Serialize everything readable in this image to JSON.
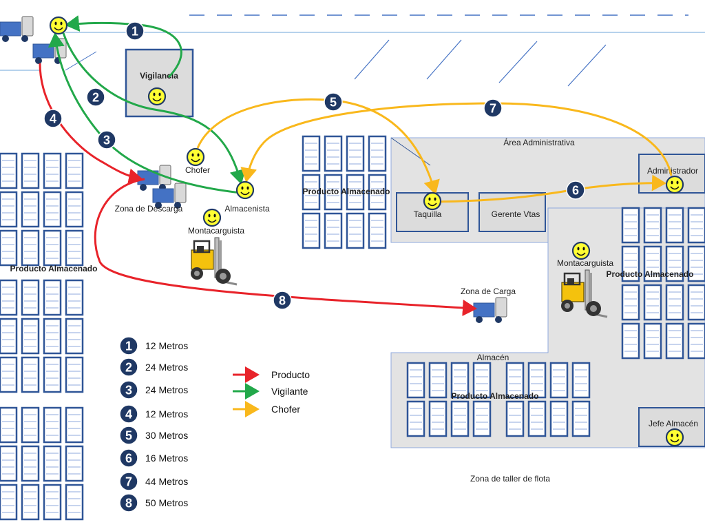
{
  "colors": {
    "producto": "#e8232a",
    "vigilante": "#22a84a",
    "chofer": "#f9b81c",
    "badge": "#1f3864",
    "rack": "#2f5597",
    "truck": "#4472c4",
    "zone": "#e3e3e3"
  },
  "areas": {
    "vigilancia": "Vigilancia",
    "area_administrativa": "Área Administrativa",
    "almacen": "Almacén",
    "zona_taller": "Zona de taller de flota",
    "taquilla": "Taquilla",
    "gerente_vtas": "Gerente Vtas",
    "administrador": "Administrador",
    "jefe_almacen": "Jefe Almacén",
    "zona_descarga": "Zona de Descarga",
    "zona_carga": "Zona de Carga"
  },
  "people": {
    "chofer": "Chofer",
    "almacenista": "Almacenista",
    "montacarguista_1": "Montacarguista",
    "montacarguista_2": "Montacarguista"
  },
  "storage_labels": {
    "left": "Producto Almacenado",
    "center": "Producto Almacenado",
    "right": "Producto Almacenado",
    "bottom": "Producto Almacenado"
  },
  "route_markers": [
    "1",
    "2",
    "3",
    "4",
    "5",
    "6",
    "7",
    "8"
  ],
  "distances": [
    {
      "num": "1",
      "text": "12 Metros"
    },
    {
      "num": "2",
      "text": "24 Metros"
    },
    {
      "num": "3",
      "text": "24 Metros"
    },
    {
      "num": "4",
      "text": "12 Metros"
    },
    {
      "num": "5",
      "text": "30 Metros"
    },
    {
      "num": "6",
      "text": "16 Metros"
    },
    {
      "num": "7",
      "text": "44 Metros"
    },
    {
      "num": "8",
      "text": "50 Metros"
    }
  ],
  "legend": [
    {
      "label": "Producto",
      "color": "#e8232a"
    },
    {
      "label": "Vigilante",
      "color": "#22a84a"
    },
    {
      "label": "Chofer",
      "color": "#f9b81c"
    }
  ]
}
